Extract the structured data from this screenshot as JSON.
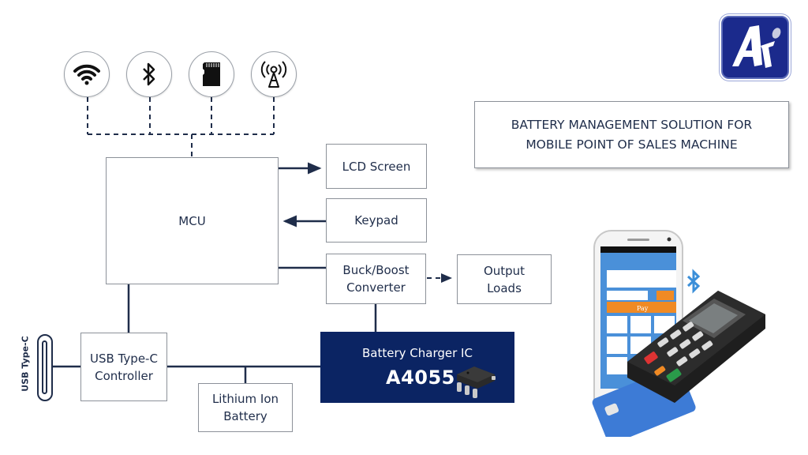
{
  "logo": {
    "text": "Ai",
    "icon": "ai-logo-icon",
    "bg_color": "#1b2a8c"
  },
  "title": {
    "line1": "BATTERY MANAGEMENT SOLUTION FOR",
    "line2": "MOBILE POINT OF SALES MACHINE"
  },
  "peripherals": [
    {
      "name": "wifi",
      "icon": "wifi-icon"
    },
    {
      "name": "bluetooth",
      "icon": "bluetooth-icon"
    },
    {
      "name": "sd-card",
      "icon": "sd-card-icon"
    },
    {
      "name": "cellular",
      "icon": "antenna-icon"
    }
  ],
  "blocks": {
    "mcu": "MCU",
    "lcd": "LCD Screen",
    "keypad": "Keypad",
    "buck_boost": [
      "Buck/Boost",
      "Converter"
    ],
    "output_loads": [
      "Output",
      "Loads"
    ],
    "usb_controller": [
      "USB Type-C",
      "Controller"
    ],
    "battery": [
      "Lithium Ion",
      "Battery"
    ],
    "charger": {
      "label": "Battery Charger IC",
      "part": "A4055",
      "color": "#0b2463"
    }
  },
  "usb_connector": {
    "label": "USB Type-C"
  },
  "illustration": {
    "description": "Smartphone with Bluetooth card reader POS terminal",
    "pay_button": "Pay"
  },
  "colors": {
    "wire": "#1f2d4a",
    "box_border": "#8c9199",
    "accent": "#0b2463"
  }
}
